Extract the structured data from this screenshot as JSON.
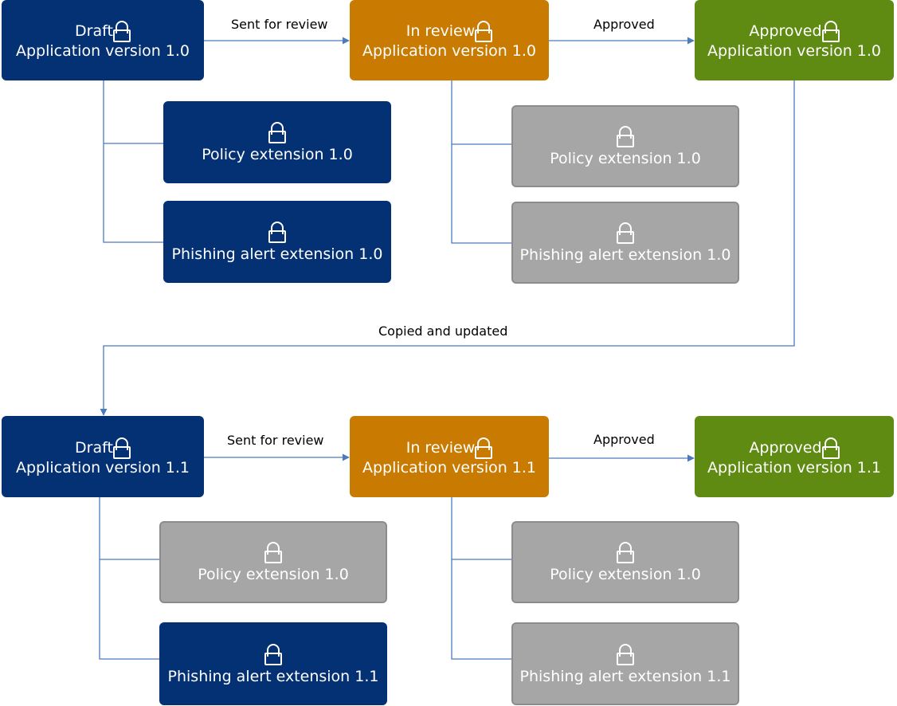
{
  "colors": {
    "draft": "#043074",
    "in_review": "#c97a00",
    "approved": "#5f8b12",
    "locked_extension": "#a6a6a6",
    "connector": "#4a7bbd"
  },
  "top_row": {
    "draft": {
      "status": "Draft",
      "version": "Application version 1.0"
    },
    "review": {
      "status": "In review",
      "version": "Application version 1.0"
    },
    "approved": {
      "status": "Approved",
      "version": "Application version 1.0"
    },
    "arrow_sent": "Sent for review",
    "arrow_approved": "Approved",
    "draft_extensions": [
      "Policy extension 1.0",
      "Phishing alert extension 1.0"
    ],
    "review_extensions": [
      "Policy extension 1.0",
      "Phishing alert extension 1.0"
    ]
  },
  "copy_label": "Copied and updated",
  "bottom_row": {
    "draft": {
      "status": "Draft",
      "version": "Application version 1.1"
    },
    "review": {
      "status": "In review",
      "version": "Application version 1.1"
    },
    "approved": {
      "status": "Approved",
      "version": "Application version 1.1"
    },
    "arrow_sent": "Sent for review",
    "arrow_approved": "Approved",
    "draft_extensions": [
      "Policy extension 1.0",
      "Phishing alert extension 1.1"
    ],
    "review_extensions": [
      "Policy extension 1.0",
      "Phishing alert extension 1.1"
    ]
  },
  "icons": {
    "status_lock": "lock-icon"
  }
}
